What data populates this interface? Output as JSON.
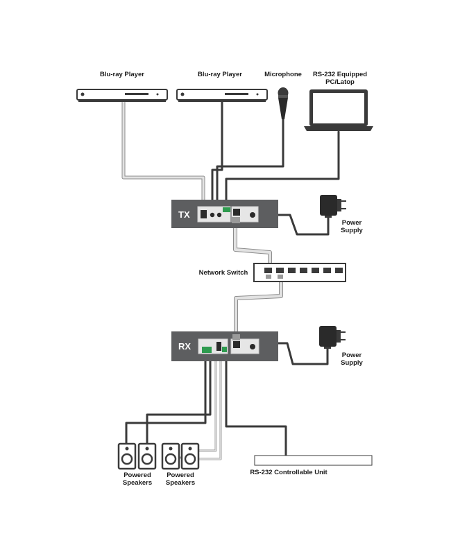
{
  "labels": {
    "bluray_1": "Blu-ray Player",
    "bluray_2": "Blu-ray Player",
    "microphone": "Microphone",
    "pc_line1": "RS-232 Equipped",
    "pc_line2": "PC/Latop",
    "tx": "TX",
    "rx": "RX",
    "power_tx_line1": "Power",
    "power_tx_line2": "Supply",
    "power_rx_line1": "Power",
    "power_rx_line2": "Supply",
    "network_switch": "Network Switch",
    "speakers_1_line1": "Powered",
    "speakers_1_line2": "Speakers",
    "speakers_2_line1": "Powered",
    "speakers_2_line2": "Speakers",
    "rs232_unit": "RS-232 Controllable Unit"
  },
  "colors": {
    "unit_body": "#5d5e60",
    "cable_dark": "#3a3a3a",
    "cable_light": "#c9c9c9",
    "connector_green": "#2e9b4f"
  }
}
